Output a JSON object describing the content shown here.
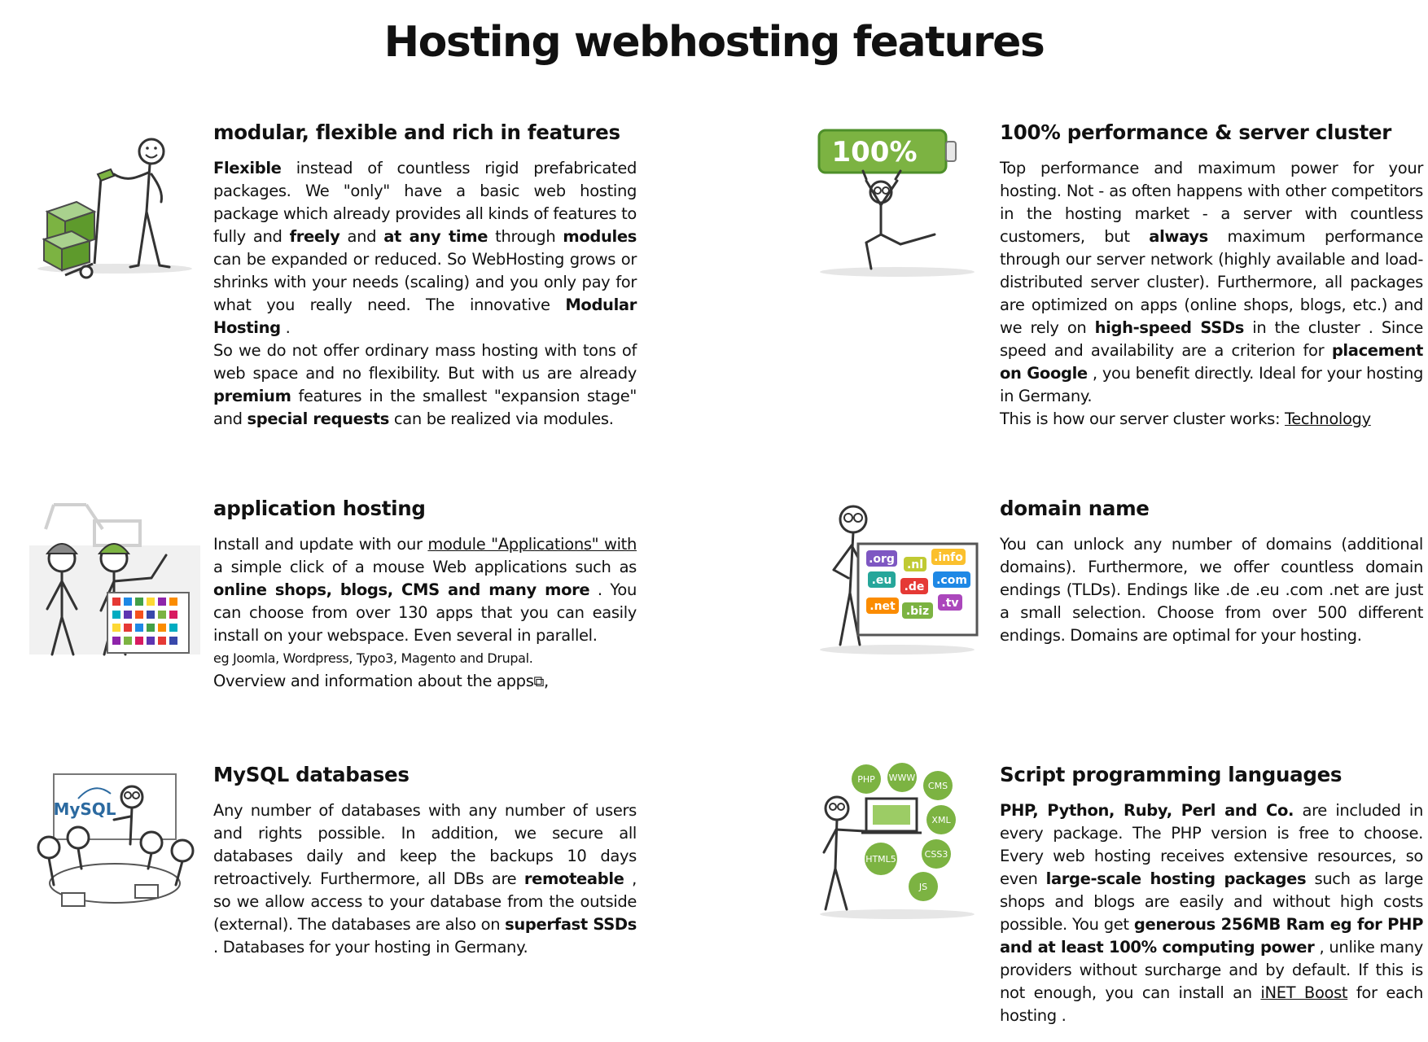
{
  "title": "Hosting webhosting features",
  "colors": {
    "accent_green": "#7cb342",
    "dark_green": "#4e8f2a",
    "text": "#111111"
  },
  "features": [
    {
      "heading": "modular, flexible and rich in features",
      "icon": "stickman-hand-truck-boxes",
      "p1": {
        "b1": "Flexible",
        "t1": " instead of countless rigid prefabricated packages. We \"only\" have a basic web hosting package which already provides all kinds of features to fully and ",
        "b2": "freely",
        "t2": " and ",
        "b3": "at any time",
        "t3": " through ",
        "b4": "modules",
        "t4": " can be expanded or reduced. So WebHosting grows or shrinks with your needs (scaling) and you only pay for what you really need. The innovative ",
        "b5": "Modular Hosting",
        "t5": " ."
      },
      "p2": {
        "t1": "So we do not offer ordinary mass hosting with tons of web space and no flexibility. But with us are already ",
        "b1": "premium",
        "t2": " features in the smallest \"expansion stage\" and ",
        "b2": "special requests",
        "t3": " can be realized via modules."
      }
    },
    {
      "heading": "100% performance & server cluster",
      "icon": "stickman-battery-100",
      "battery_label": "100%",
      "p1": {
        "t1": "Top performance and maximum power for your hosting. Not - as often happens with other competitors in the hosting market - a server with countless customers, but ",
        "b1": "always",
        "t2": " maximum performance through our server network (highly available and load-distributed server cluster). Furthermore, all packages are optimized on apps (online shops, blogs, etc.) and we rely on ",
        "b2": "high-speed SSDs",
        "t3": " in the cluster . Since speed and availability are a criterion for ",
        "b3": "placement on Google",
        "t4": " , you benefit directly. Ideal for your hosting in Germany."
      },
      "p2": {
        "t1": "This is how our server cluster works: ",
        "link": "Technology"
      }
    },
    {
      "heading": "application hosting",
      "icon": "stickmen-helmets-app-board",
      "p1": {
        "t1": "Install and update with our ",
        "link": "module \"Applications\" with",
        "t2": " a simple click of a mouse Web applications such as ",
        "b1": "online shops, blogs, CMS and many more",
        "t3": " . You can choose from over 130 apps that you can easily install on your webspace. Even several in parallel."
      },
      "small": "eg Joomla, Wordpress, Typo3, Magento and Drupal.",
      "overview": {
        "t1": "Overview and information about the apps",
        "ext_icon": "external-link-icon",
        "t2": ","
      }
    },
    {
      "heading": "domain name",
      "icon": "stickman-domain-board",
      "tlds": [
        ".org",
        ".nl",
        ".info",
        ".eu",
        ".de",
        ".com",
        ".net",
        ".biz",
        ".tv"
      ],
      "p1": "You can unlock any number of domains (additional domains). Furthermore, we offer countless domain endings (TLDs). Endings like .de .eu .com .net are just a small selection. Choose from over 500 different endings. Domains are optimal for your hosting."
    },
    {
      "heading": "MySQL databases",
      "icon": "stickmen-mysql-meeting",
      "logo_text": "MySQL",
      "p1": {
        "t1": "Any number of databases with any number of users and rights possible. In addition, we secure all databases daily and keep the backups 10 days retroactively. Furthermore, all DBs are ",
        "b1": "remoteable",
        "t2": " , so we allow access to your database from the outside (external). The databases are also on ",
        "b2": "superfast SSDs",
        "t3": " . Databases for your hosting in Germany."
      }
    },
    {
      "heading": "Script programming languages",
      "icon": "stickman-laptop-languages",
      "bubbles": [
        "PHP",
        "WWW",
        "CMS",
        "XML",
        "HTML5",
        "CSS3",
        "JS"
      ],
      "p1": {
        "b1": "PHP, Python, Ruby, Perl and Co.",
        "t1": " are included in every package. The PHP version is free to choose. Every web hosting receives extensive resources, so even ",
        "b2": "large-scale hosting packages",
        "t2": " such as large shops and blogs are easily and without high costs possible. You get ",
        "b3": "generous 256MB Ram eg for PHP and at least 100% computing power",
        "t3": " , unlike many providers without surcharge and by default. If this is not enough, you can install an ",
        "link": "iNET Boost",
        "t4": " for each hosting ."
      }
    }
  ]
}
